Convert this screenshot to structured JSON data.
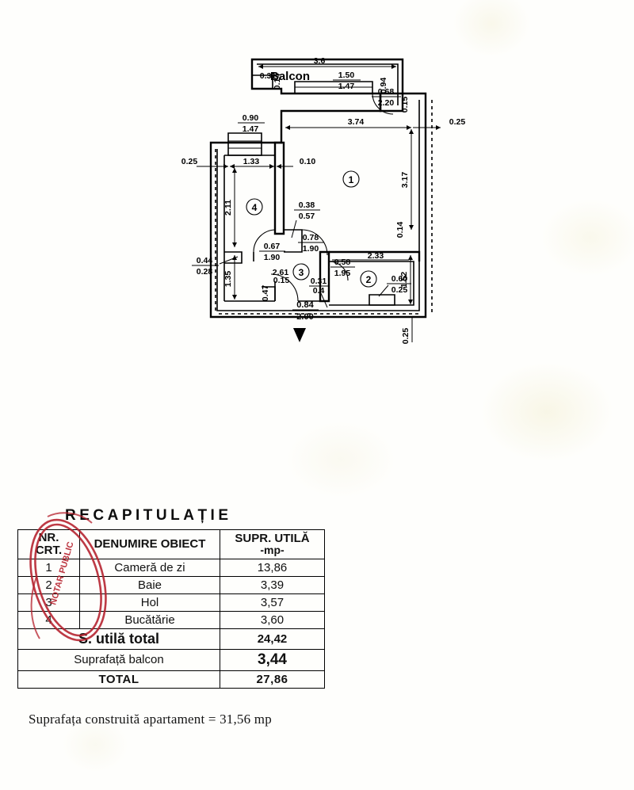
{
  "document": {
    "type": "apartment-floor-plan",
    "caption": "Suprafața construită apartament = 31,56 mp"
  },
  "stamp": {
    "text": "NOTAR PUBLIC",
    "color": "#b5202c"
  },
  "table": {
    "title": "RECAPITULAȚIE",
    "headers": {
      "nr": "NR.",
      "nr2": "CRT.",
      "name": "DENUMIRE OBIECT",
      "area": "SUPR. UTILĂ",
      "area_unit": "-mp-"
    },
    "rows": [
      {
        "nr": "1",
        "name": "Cameră de zi",
        "area": "13,86"
      },
      {
        "nr": "2",
        "name": "Baie",
        "area": "3,39"
      },
      {
        "nr": "3",
        "name": "Hol",
        "area": "3,57"
      },
      {
        "nr": "4",
        "name": "Bucătărie",
        "area": "3,60"
      }
    ],
    "summary": [
      {
        "label": "S. utilă total",
        "value": "24,42"
      },
      {
        "label": "Suprafață balcon",
        "value": "3,44"
      },
      {
        "label": "TOTAL",
        "value": "27,86"
      }
    ]
  },
  "plan": {
    "balcony_label": "Balcon",
    "room_markers": [
      "1",
      "2",
      "3",
      "4"
    ],
    "dimensions": {
      "balcony_width": "3.6",
      "balcony_depth": "0.94",
      "balcony_left_wall": "0.31",
      "balcony_left_small": "0.14",
      "balcony_window_w": "1.50",
      "balcony_window_h": "1.47",
      "balcony_door_w": "0.68",
      "balcony_door_h": "2.20",
      "right_top_seg": "0.15",
      "living_width": "3.74",
      "living_height": "3.17",
      "right_offset": "0.25",
      "right_lower_seg": "0.14",
      "right_bottom_seg": "0.25",
      "kitchen_window_w": "0.90",
      "kitchen_window_h": "1.47",
      "left_offset": "0.25",
      "kitchen_width": "1.33",
      "wall_thickness": "0.10",
      "kitchen_height": "2.11",
      "niche_w": "0.44",
      "niche_h": "0.28",
      "kitchen_lower": "1.35",
      "hall_lower_left": "0.47",
      "kitchen_door_w": "0.67",
      "kitchen_door_h": "1.90",
      "pillar_w": "0.38",
      "pillar_h": "0.57",
      "living_door_w": "0.78",
      "living_door_h": "1.90",
      "hall_width": "2.61",
      "bath_door_w": "0.58",
      "bath_door_h": "1.95",
      "bath_width": "2.33",
      "bath_height": "1.52",
      "bath_window_w": "0.60",
      "bath_window_h": "0.25",
      "entry_left": "0.15",
      "entry_small_w": "0.31",
      "entry_small_h": "0.4",
      "entry_door_w": "0.84",
      "entry_door_h": "2.00"
    }
  }
}
